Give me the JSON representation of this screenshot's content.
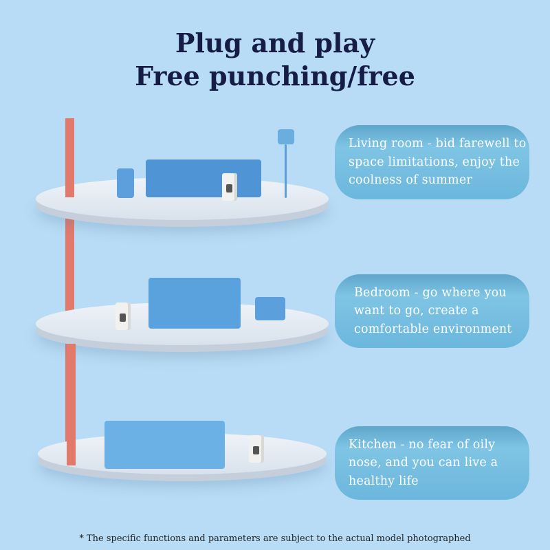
{
  "title": {
    "line1": "Plug and play",
    "line2": "Free punching/free"
  },
  "scenes": [
    {
      "name": "living-room",
      "text": "Living room - bid farewell to space limitations, enjoy the coolness of summer"
    },
    {
      "name": "bedroom",
      "text": "Bedroom - go where you want to go, create a comfortable environment"
    },
    {
      "name": "kitchen",
      "text": "Kitchen - no fear of oily nose, and you can live a healthy life"
    }
  ],
  "footnote": "* The specific functions and parameters are subject to the actual model photographed",
  "colors": {
    "background": "#b8dcf5",
    "title": "#151c45",
    "pole": "#e27a6c",
    "furniture": "#5b9fdc"
  }
}
